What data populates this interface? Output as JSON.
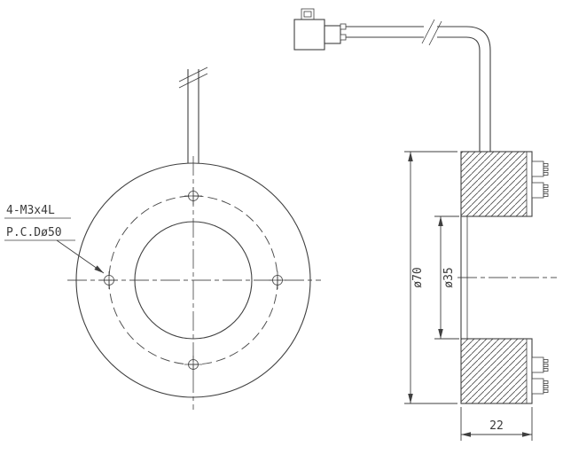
{
  "drawing": {
    "callout": {
      "line1": "4-M3x4L",
      "line2": "P.C.Dø50"
    },
    "dimensions": {
      "outer_diameter": "ø70",
      "inner_diameter": "ø35",
      "depth": "22"
    },
    "colors": {
      "line": "#3f3f3f",
      "background": "#ffffff"
    }
  }
}
